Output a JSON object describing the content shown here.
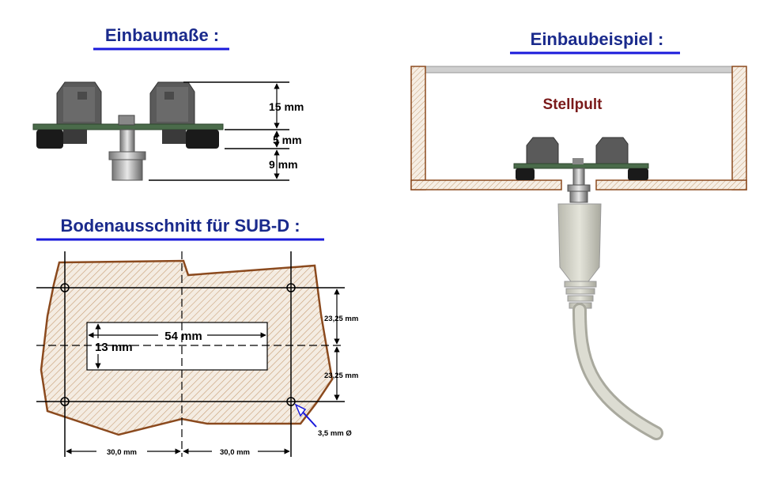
{
  "sections": {
    "mounting_dimensions": {
      "title": "Einbaumaße :",
      "dims": [
        "15 mm",
        "5 mm",
        "9 mm"
      ]
    },
    "example": {
      "title": "Einbaubeispiel :",
      "panel_label": "Stellpult"
    },
    "cutout": {
      "title": "Bodenausschnitt für SUB-D :",
      "slot_width": "54 mm",
      "slot_height": "13 mm",
      "vertical_spacing_top": "23,25 mm",
      "vertical_spacing_bottom": "23,25 mm",
      "hole_diameter": "3,5 mm Ø",
      "horizontal_left": "30,0 mm",
      "horizontal_right": "30,0 mm"
    }
  },
  "colors": {
    "title_text": "#1a2a8c",
    "title_underline": "#1a1adb",
    "panel_label": "#7a1a1a",
    "outline_brown": "#8b4a1e",
    "hatch": "#c8a078",
    "pcb_green": "#4a6b4a",
    "cable": "#cfcfc4"
  }
}
